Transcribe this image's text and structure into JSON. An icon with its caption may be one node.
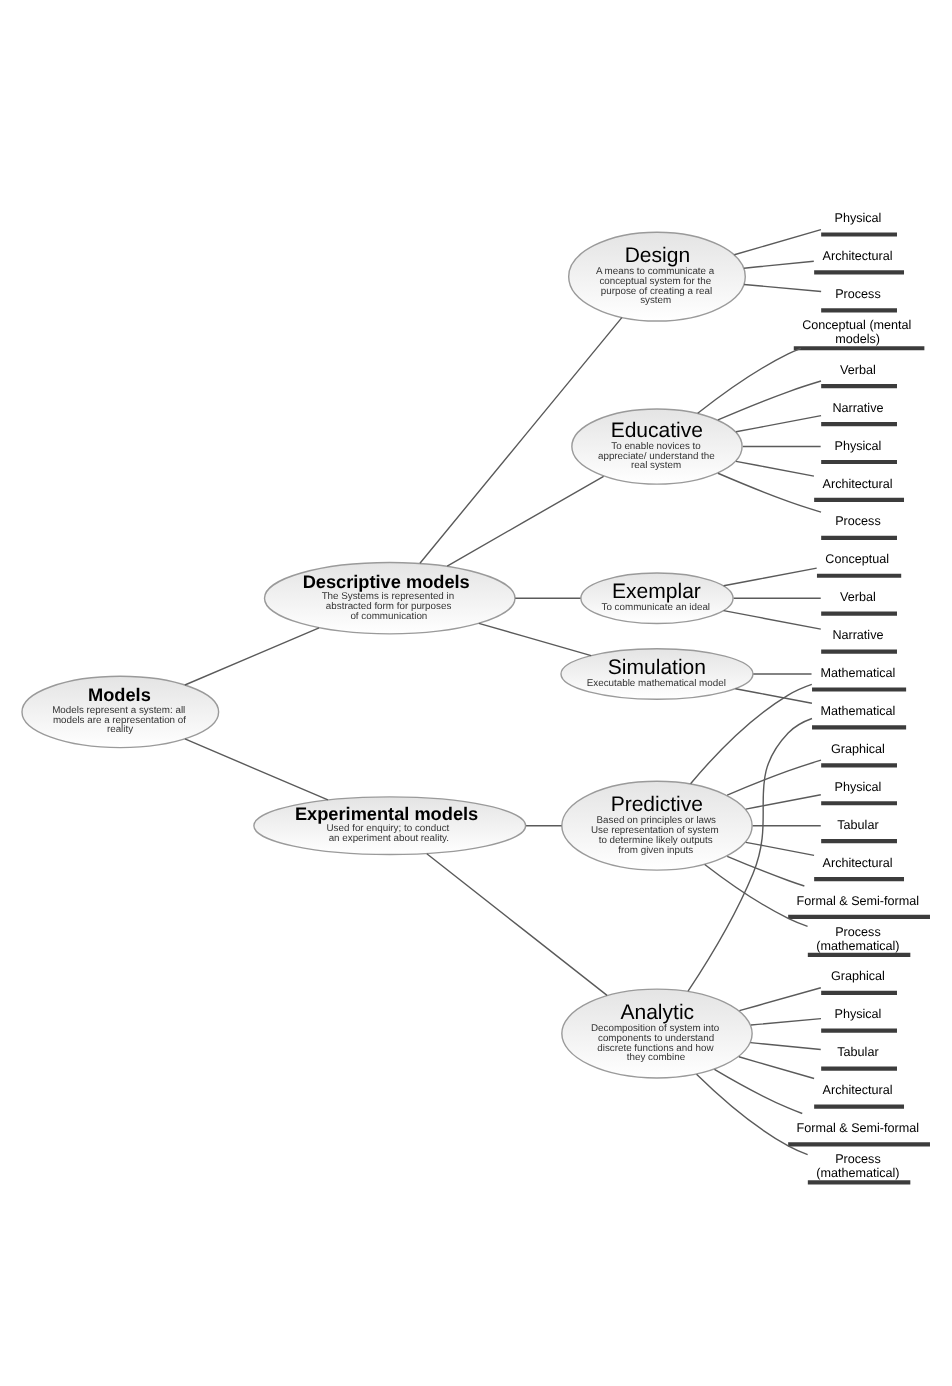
{
  "diagram": {
    "nodes": [
      {
        "text": [
          "Models",
          "Models represent a system: all models are a representation of reality"
        ]
      },
      {
        "text": [
          "Descriptive models",
          "The Systems is represented in abstracted form for purposes of communication"
        ]
      },
      {
        "text": [
          "Experimental models",
          "Used for enquiry; to conduct an experiment about reality."
        ]
      },
      {
        "text": [
          "Design",
          "A means to communicate a conceptual system for the purpose of creating a real system"
        ]
      },
      {
        "text": [
          "Educative",
          "To enable novices to appreciate/ understand the real system"
        ]
      },
      {
        "text": [
          "Exemplar",
          "To communicate an ideal"
        ]
      },
      {
        "text": [
          "Predictive",
          "Based on principles or laws",
          "Use representation of system to determine likely outputs from given inputs"
        ]
      },
      {
        "text": [
          "Simulation",
          "Executable mathematical model"
        ]
      },
      {
        "text": [
          "Analytic",
          "Decomposition of system into components to understand discrete functions and how they combine"
        ]
      },
      {
        "text": [
          "Physical"
        ]
      },
      {
        "text": [
          "Architectural"
        ]
      },
      {
        "text": [
          "Process"
        ]
      },
      {
        "text": [
          "Conceptual (mental models)"
        ]
      },
      {
        "text": [
          "Verbal"
        ]
      },
      {
        "text": [
          "Narrative"
        ]
      },
      {
        "text": [
          "Physical"
        ]
      },
      {
        "text": [
          "Architectural"
        ]
      },
      {
        "text": [
          "Process"
        ]
      },
      {
        "text": [
          "Conceptual"
        ]
      },
      {
        "text": [
          "Verbal"
        ]
      },
      {
        "text": [
          "Narrative"
        ]
      },
      {
        "text": [
          "Mathematical"
        ]
      },
      {
        "text": [
          "Graphical"
        ]
      },
      {
        "text": [
          "Physical"
        ]
      },
      {
        "text": [
          "Tabular"
        ]
      },
      {
        "text": [
          "Architectural"
        ]
      },
      {
        "text": [
          "Formal & Semi-formal"
        ]
      },
      {
        "text": [
          "Process (mathematical)"
        ]
      },
      {
        "text": [
          "Mathematical"
        ]
      },
      {
        "text": [
          "Graphical"
        ]
      },
      {
        "text": [
          "Physical"
        ]
      },
      {
        "text": [
          "Tabular"
        ]
      },
      {
        "text": [
          "Architectural"
        ]
      },
      {
        "text": [
          "Formal & Semi-formal"
        ]
      },
      {
        "text": [
          "Process (mathematical)"
        ]
      }
    ],
    "edges": [
      {
        "from": 0,
        "to": 1,
        "arrow": "none"
      },
      {
        "from": 0,
        "to": 2,
        "arrow": "none"
      },
      {
        "from": 1,
        "to": 3,
        "arrow": "none"
      },
      {
        "from": 1,
        "to": 4,
        "arrow": "none"
      },
      {
        "from": 1,
        "to": 5,
        "arrow": "none"
      },
      {
        "from": 1,
        "to": 7,
        "arrow": "none"
      },
      {
        "from": 2,
        "to": 6,
        "arrow": "none"
      },
      {
        "from": 2,
        "to": 8,
        "arrow": "none"
      },
      {
        "from": 3,
        "to": 9,
        "arrow": "none"
      },
      {
        "from": 3,
        "to": 10,
        "arrow": "none"
      },
      {
        "from": 3,
        "to": 11,
        "arrow": "none"
      },
      {
        "from": 4,
        "to": 12,
        "arrow": "none"
      },
      {
        "from": 4,
        "to": 13,
        "arrow": "none"
      },
      {
        "from": 4,
        "to": 14,
        "arrow": "none"
      },
      {
        "from": 4,
        "to": 15,
        "arrow": "none"
      },
      {
        "from": 4,
        "to": 16,
        "arrow": "none"
      },
      {
        "from": 4,
        "to": 17,
        "arrow": "none"
      },
      {
        "from": 5,
        "to": 18,
        "arrow": "none"
      },
      {
        "from": 5,
        "to": 19,
        "arrow": "none"
      },
      {
        "from": 5,
        "to": 20,
        "arrow": "none"
      },
      {
        "from": 6,
        "to": 21,
        "arrow": "none"
      },
      {
        "from": 6,
        "to": 22,
        "arrow": "none"
      },
      {
        "from": 6,
        "to": 23,
        "arrow": "none"
      },
      {
        "from": 6,
        "to": 24,
        "arrow": "none"
      },
      {
        "from": 6,
        "to": 25,
        "arrow": "none"
      },
      {
        "from": 6,
        "to": 26,
        "arrow": "none"
      },
      {
        "from": 6,
        "to": 27,
        "arrow": "none"
      },
      {
        "from": 7,
        "to": 21,
        "arrow": "none"
      },
      {
        "from": 7,
        "to": 28,
        "arrow": "none"
      },
      {
        "from": 8,
        "to": 28,
        "arrow": "none"
      },
      {
        "from": 8,
        "to": 29,
        "arrow": "none"
      },
      {
        "from": 8,
        "to": 30,
        "arrow": "none"
      },
      {
        "from": 8,
        "to": 31,
        "arrow": "none"
      },
      {
        "from": 8,
        "to": 32,
        "arrow": "none"
      },
      {
        "from": 8,
        "to": 33,
        "arrow": "none"
      },
      {
        "from": 8,
        "to": 34,
        "arrow": "none"
      }
    ]
  }
}
